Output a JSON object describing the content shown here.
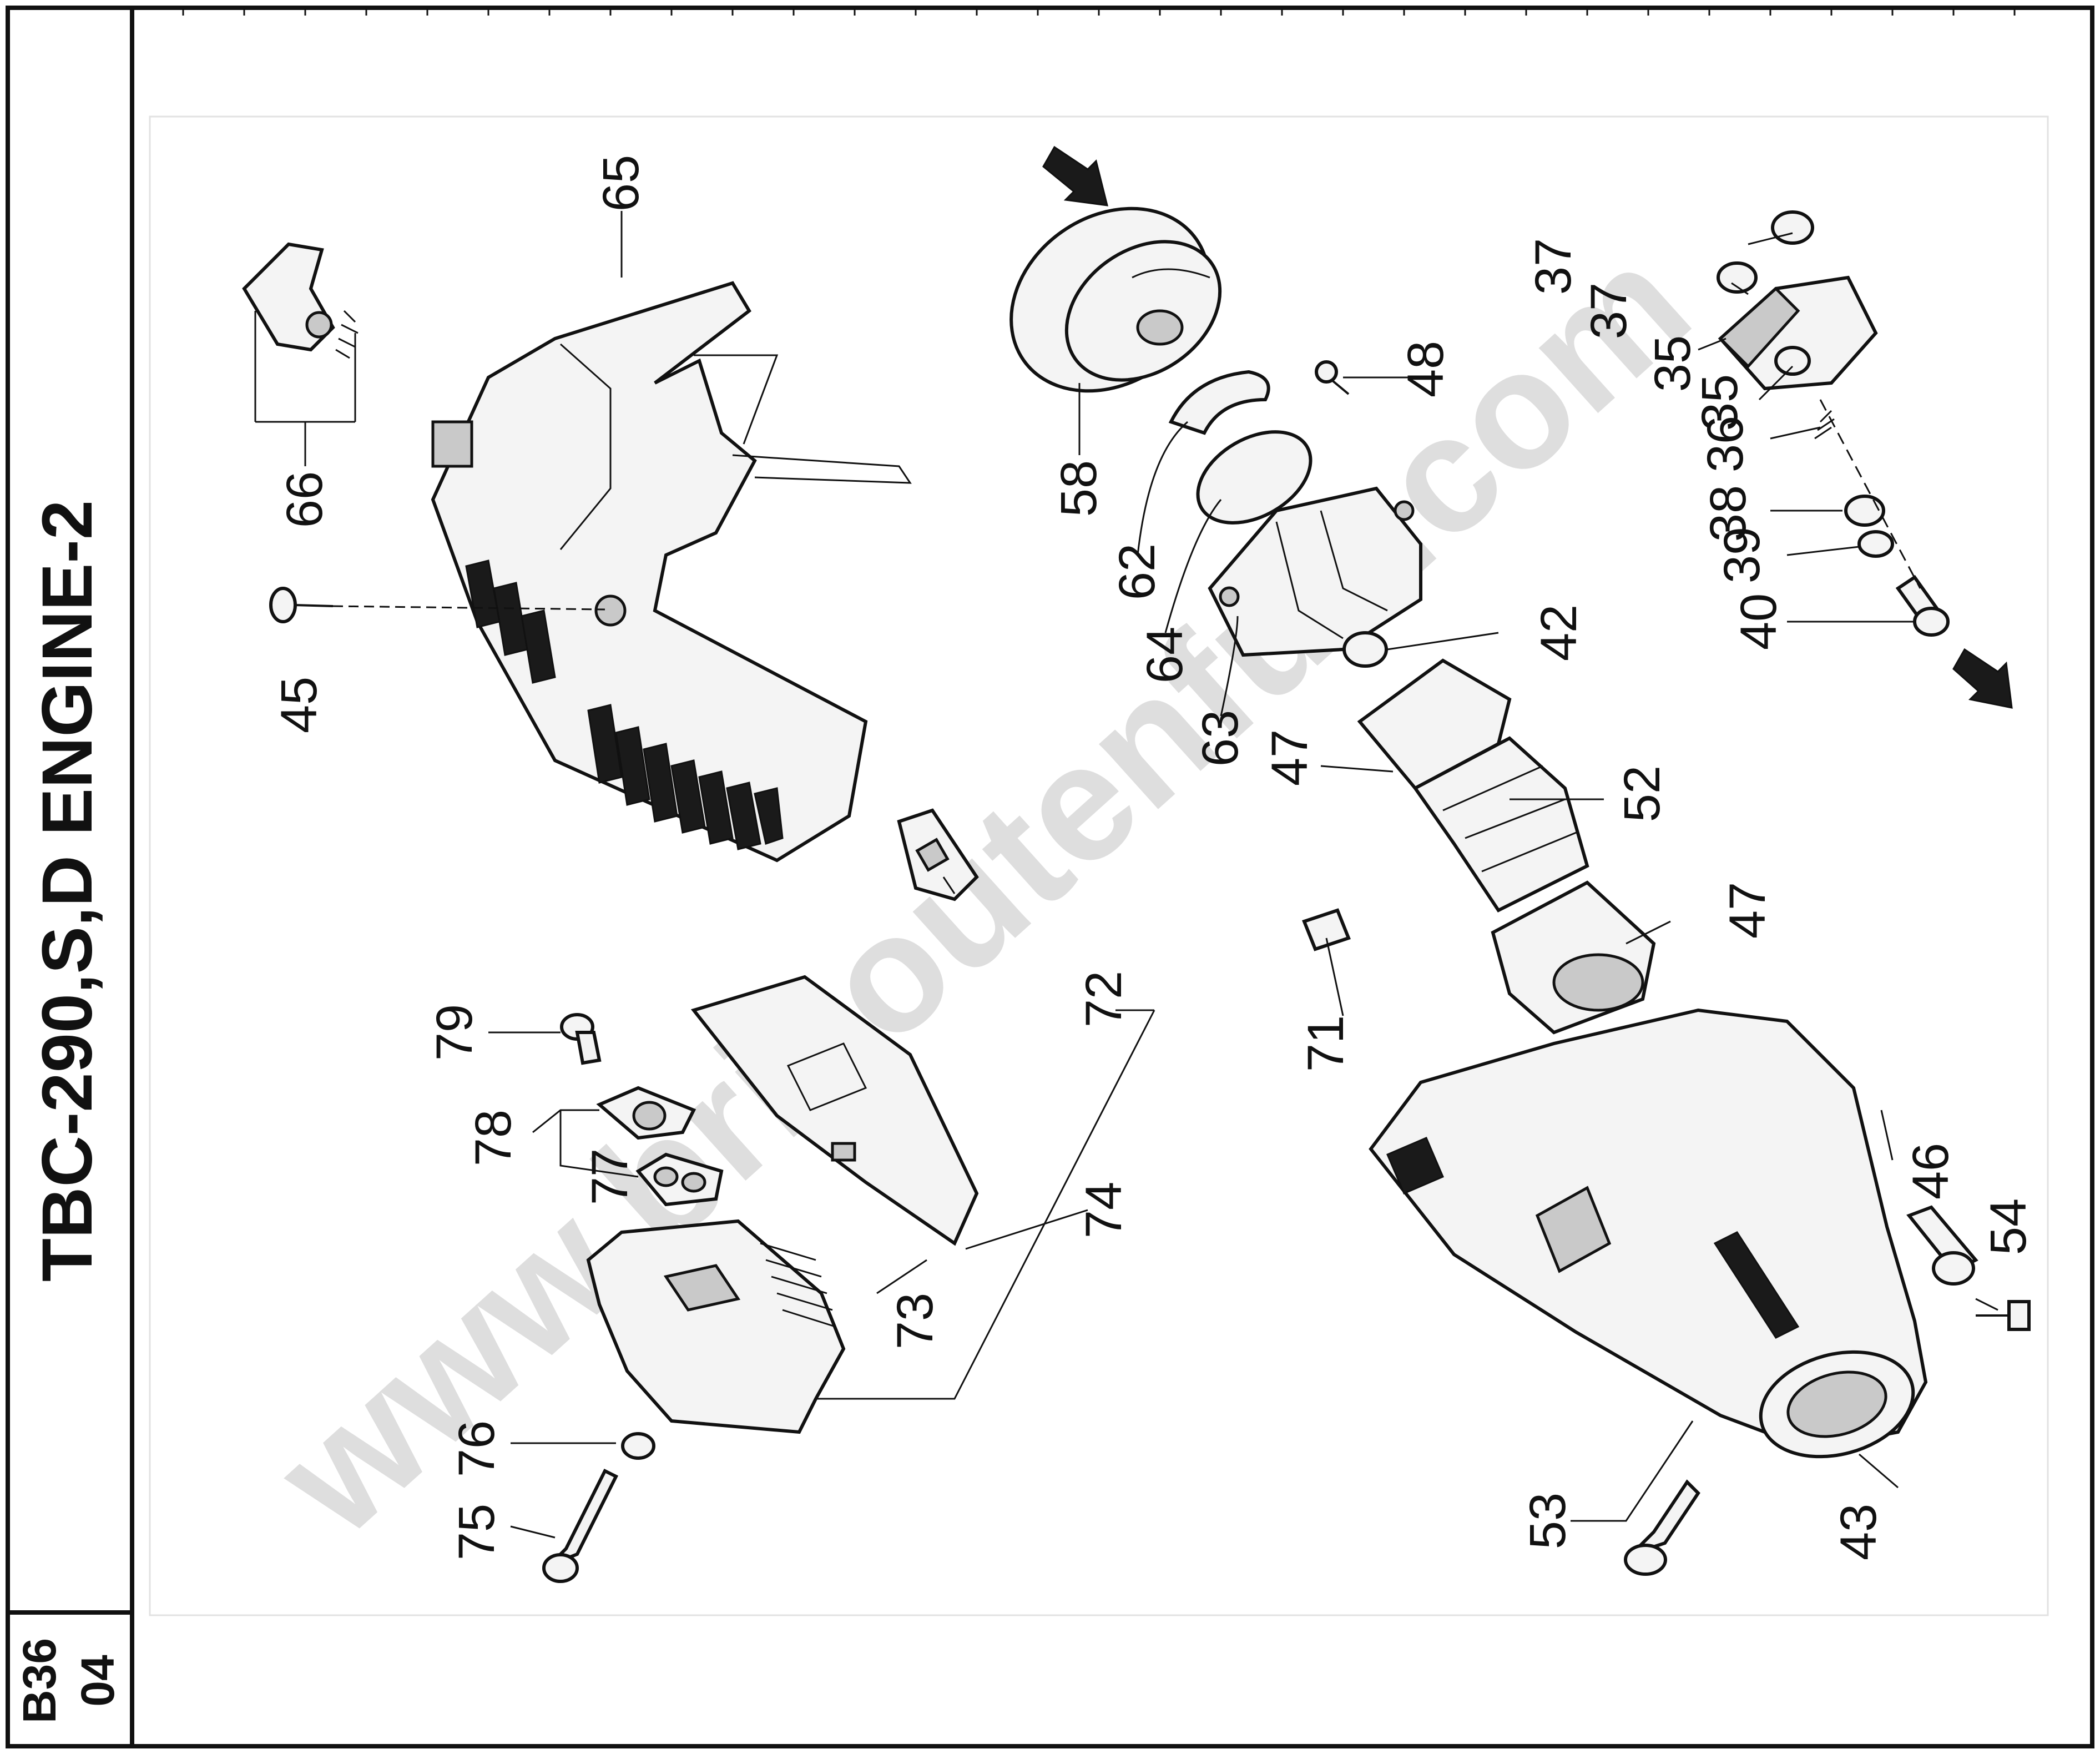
{
  "sheet": {
    "title": "TBC-290,S,D  ENGINE-2",
    "code_line1": "B36",
    "code_line2": "04",
    "watermark": "www.bricoutenfull.com"
  },
  "callouts": {
    "c65": "65",
    "c66": "66",
    "c45": "45",
    "c58": "58",
    "c62": "62",
    "c64": "64",
    "c63": "63",
    "c48": "48",
    "c42": "42",
    "c47a": "47",
    "c52": "52",
    "c47b": "47",
    "c37a": "37",
    "c37b": "37",
    "c35a": "35",
    "c35b": "35",
    "c36": "36",
    "c38": "38",
    "c39": "39",
    "c40": "40",
    "c71": "71",
    "c72": "72",
    "c79": "79",
    "c78": "78",
    "c77": "77",
    "c74": "74",
    "c73": "73",
    "c76": "76",
    "c75": "75",
    "c46": "46",
    "c54": "54",
    "c53": "53",
    "c43": "43"
  }
}
